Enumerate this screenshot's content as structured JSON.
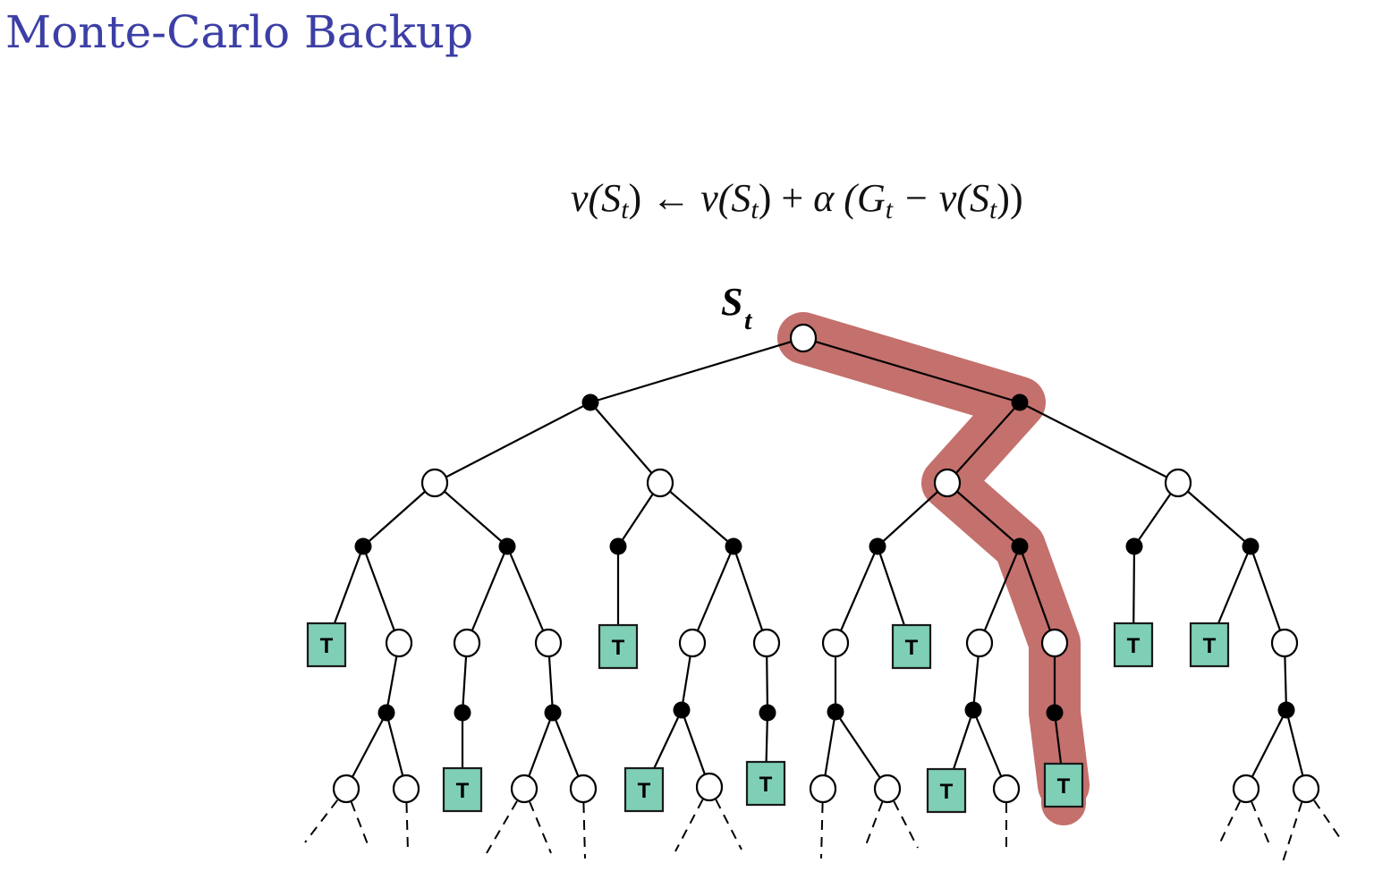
{
  "slide": {
    "title": "Monte-Carlo Backup"
  },
  "formula": {
    "lhs": "v(S",
    "lhs_sub": "t",
    "lhs_close": ")",
    "arrow": " ← ",
    "rhs1": "v(S",
    "rhs1_sub": "t",
    "rhs1_close": ") + ",
    "alpha": "α",
    "open": " (G",
    "g_sub": "t",
    "minus": " − v(S",
    "rhs2_sub": "t",
    "close": "))",
    "full_text": "v(S_t) ← v(S_t) + α (G_t − v(S_t))"
  },
  "diagram": {
    "root_label": "S",
    "root_label_sub": "t",
    "terminal_label": "T",
    "colors": {
      "highlight": "#c4706c",
      "terminal_fill": "#7fcfb6",
      "line": "#000000",
      "state_fill": "#ffffff",
      "action_fill": "#000000"
    },
    "legend": {
      "state_node": "open circle = state",
      "action_node": "filled circle = action",
      "terminal_node": "T square = terminal state",
      "highlighted_path": "sampled episode backed up to root"
    }
  }
}
